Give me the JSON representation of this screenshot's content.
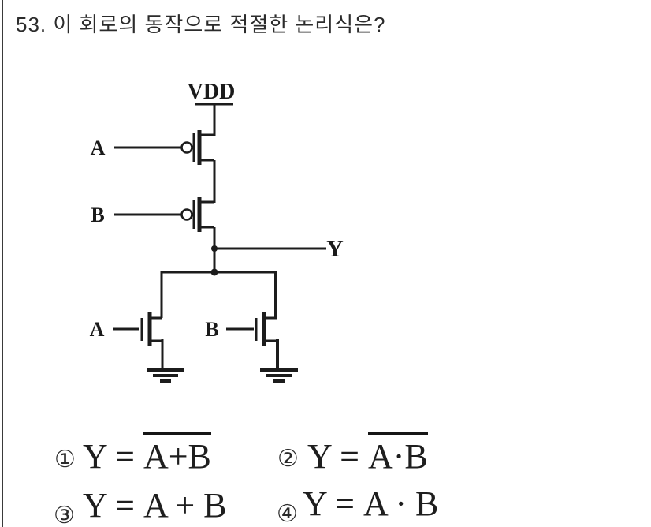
{
  "question": {
    "text": "53. 이 회로의 동작으로 적절한 논리식은?"
  },
  "circuit": {
    "type": "CMOS gate schematic",
    "vdd_label": "VDD",
    "pmos_a_label": "A",
    "pmos_b_label": "B",
    "nmos_a_label": "A",
    "nmos_b_label": "B",
    "output_label": "Y",
    "stroke_color": "#1c1c1c"
  },
  "options": [
    {
      "number": "①",
      "lhs": "Y = ",
      "expr": "A+B",
      "negated": true
    },
    {
      "number": "②",
      "lhs": "Y = ",
      "expr": "A·B",
      "negated": true
    },
    {
      "number": "③",
      "lhs": "Y = ",
      "expr": "A + B",
      "negated": false
    },
    {
      "number": "④",
      "lhs": "Y = ",
      "expr": "A · B",
      "negated": false
    }
  ]
}
